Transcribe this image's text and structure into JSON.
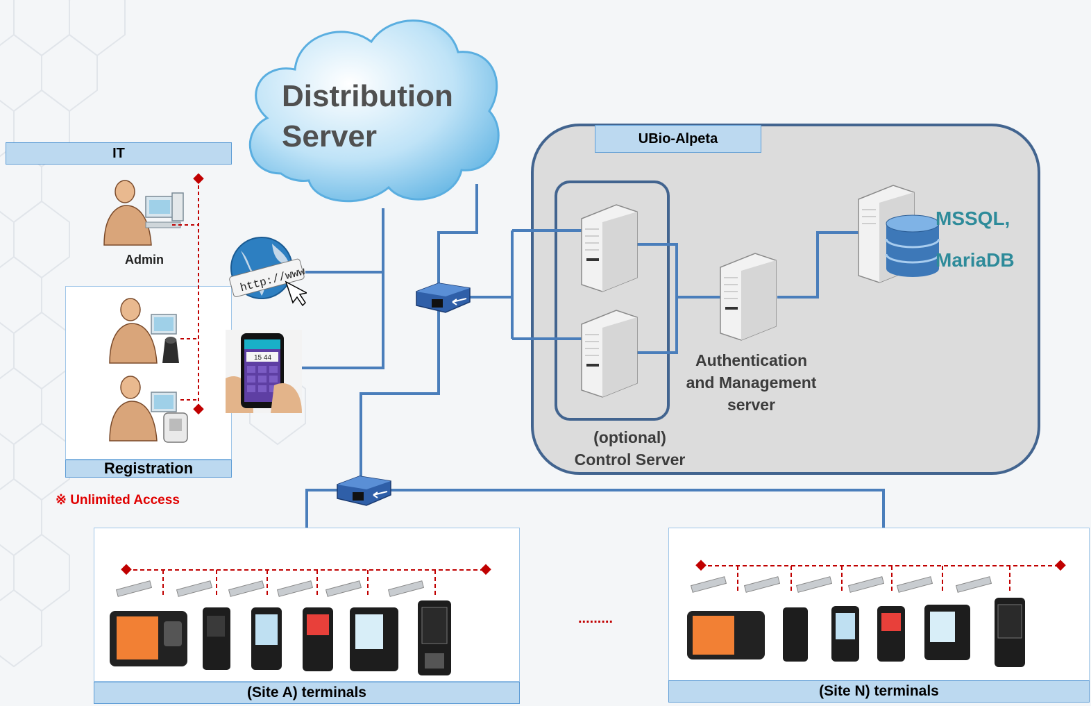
{
  "cloud": {
    "line1": "Distribution",
    "line2": "Server"
  },
  "it": {
    "title": "IT",
    "admin_label": "Admin"
  },
  "registration": {
    "title": "Registration",
    "note": "※ Unlimited Access"
  },
  "ubio": {
    "title": "UBio-Alpeta"
  },
  "db": {
    "line1": "MSSQL,",
    "line2": "MariaDB"
  },
  "auth_server": {
    "line1": "Authentication",
    "line2": "and Management",
    "line3": "server"
  },
  "control_server": {
    "line1": "(optional)",
    "line2": "Control Server"
  },
  "phone": {
    "time": "15 44"
  },
  "globe": {
    "url_text": "http://www."
  },
  "site_a": {
    "title": "(Site A) terminals"
  },
  "site_n": {
    "title": "(Site N) terminals"
  },
  "ellipsis": ".........",
  "colors": {
    "link": "#4a7ebb",
    "dashed": "#c00000",
    "bar_fill": "#bcd9f0",
    "db_text": "#2e8b9a",
    "note": "#e00000"
  }
}
